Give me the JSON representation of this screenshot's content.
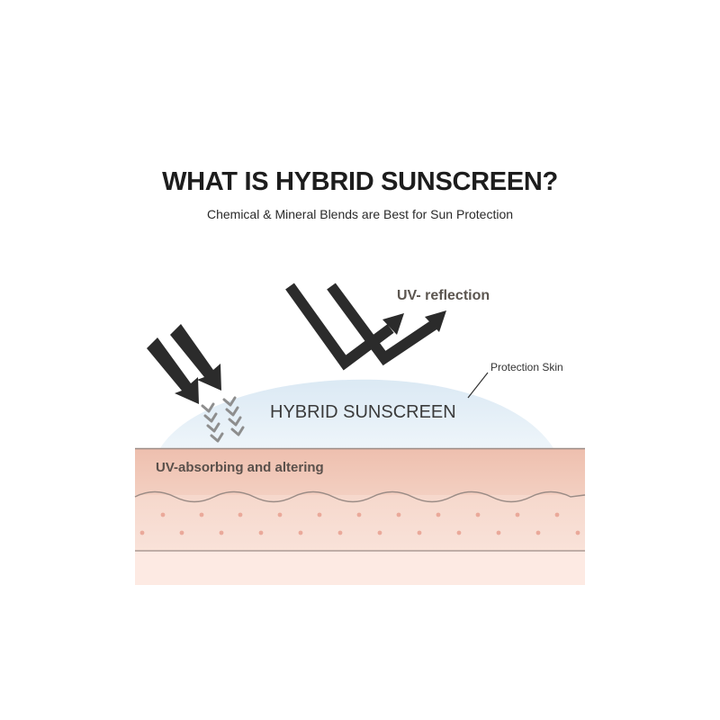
{
  "header": {
    "title": "WHAT IS HYBRID SUNSCREEN?",
    "subtitle": "Chemical & Mineral Blends are Best for Sun Protection"
  },
  "labels": {
    "uv_reflection": "UV- reflection",
    "protection_skin": "Protection Skin",
    "hybrid_sunscreen": "HYBRID SUNSCREEN",
    "uv_absorbing": "UV-absorbing and altering"
  },
  "colors": {
    "arrow": "#2b2b2b",
    "label_gray": "#5c5650",
    "dome": "#dcebf5",
    "skin_top": "#efc3b3",
    "skin_mid": "#f6d9cd",
    "skin_bottom": "#fde9e2",
    "dots": "#e8a898",
    "chevron": "#8f8f8f"
  }
}
